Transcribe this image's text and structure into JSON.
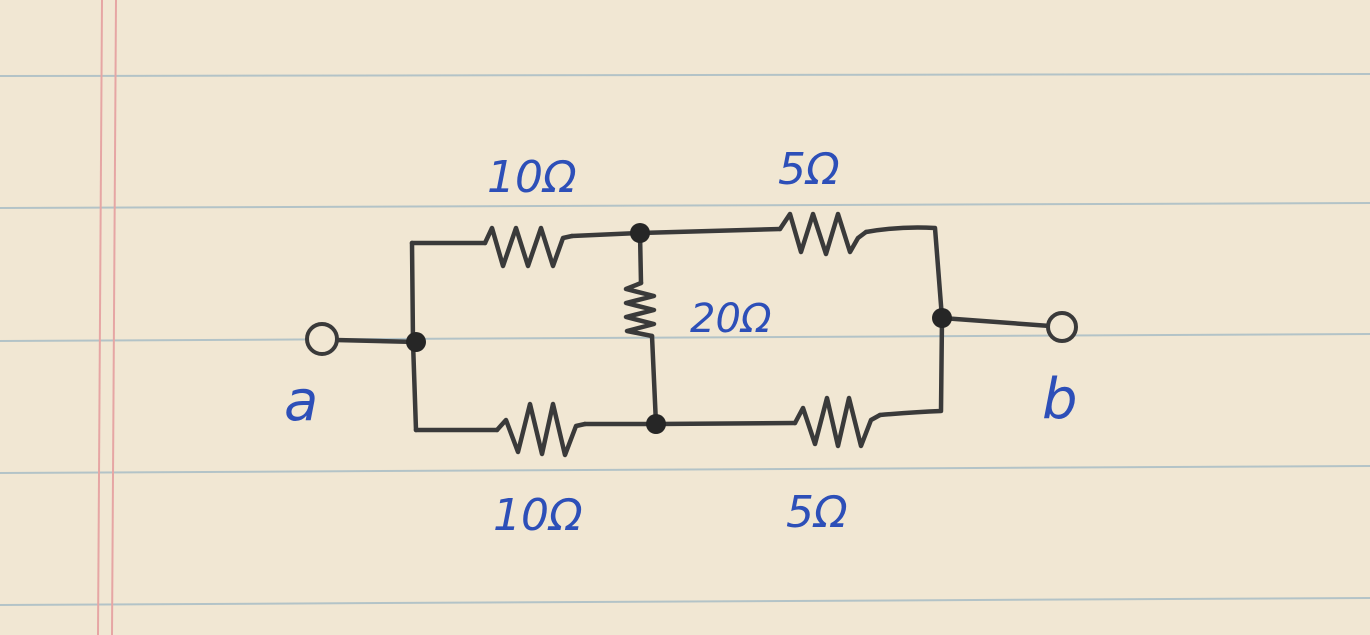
{
  "diagram": {
    "terminals": {
      "a": "a",
      "b": "b"
    },
    "resistors": {
      "top_left": "10Ω",
      "top_right": "5Ω",
      "middle": "20Ω",
      "bottom_left": "10Ω",
      "bottom_right": "5Ω"
    },
    "colors": {
      "ink_wire": "#3a3a3a",
      "ink_label": "#2d4fb8",
      "paper": "#f1e7d3",
      "rule_line": "#9fb8c3",
      "margin_line": "#e6a6a4"
    }
  }
}
